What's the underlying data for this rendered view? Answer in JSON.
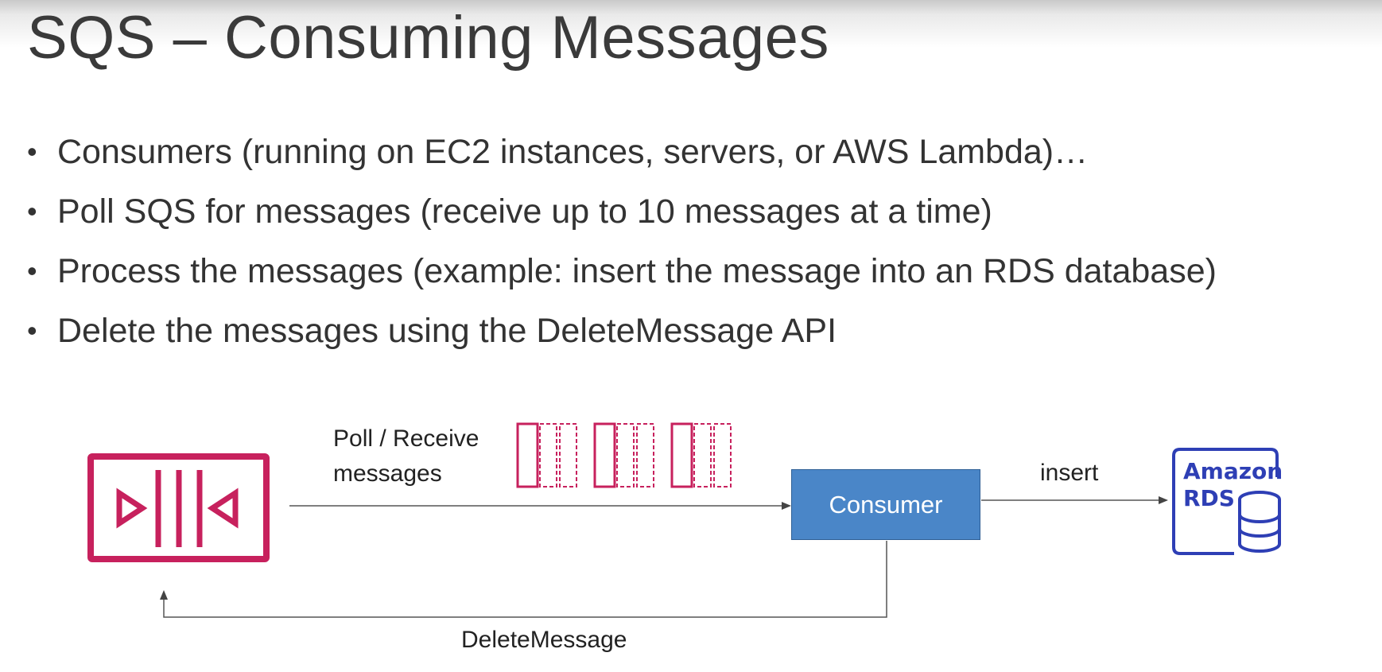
{
  "title": "SQS – Consuming Messages",
  "bullets": [
    "Consumers (running on EC2 instances, servers, or AWS Lambda)…",
    "Poll SQS for messages (receive up to 10 messages at a time)",
    "Process the messages (example: insert the message into an RDS database)",
    "Delete the messages using the DeleteMessage API"
  ],
  "diagram": {
    "sqs_icon": "sqs-queue-icon",
    "poll_label_line1": "Poll / Receive",
    "poll_label_line2": "messages",
    "consumer_label": "Consumer",
    "insert_label": "insert",
    "delete_label": "DeleteMessage",
    "rds_icon": "amazon-rds-icon",
    "rds_text_line1": "Amazon",
    "rds_text_line2": "RDS",
    "colors": {
      "sqs_pink": "#c7215d",
      "consumer_blue": "#4a86c8",
      "rds_blue": "#2e3fb5",
      "line_gray": "#555555"
    }
  }
}
